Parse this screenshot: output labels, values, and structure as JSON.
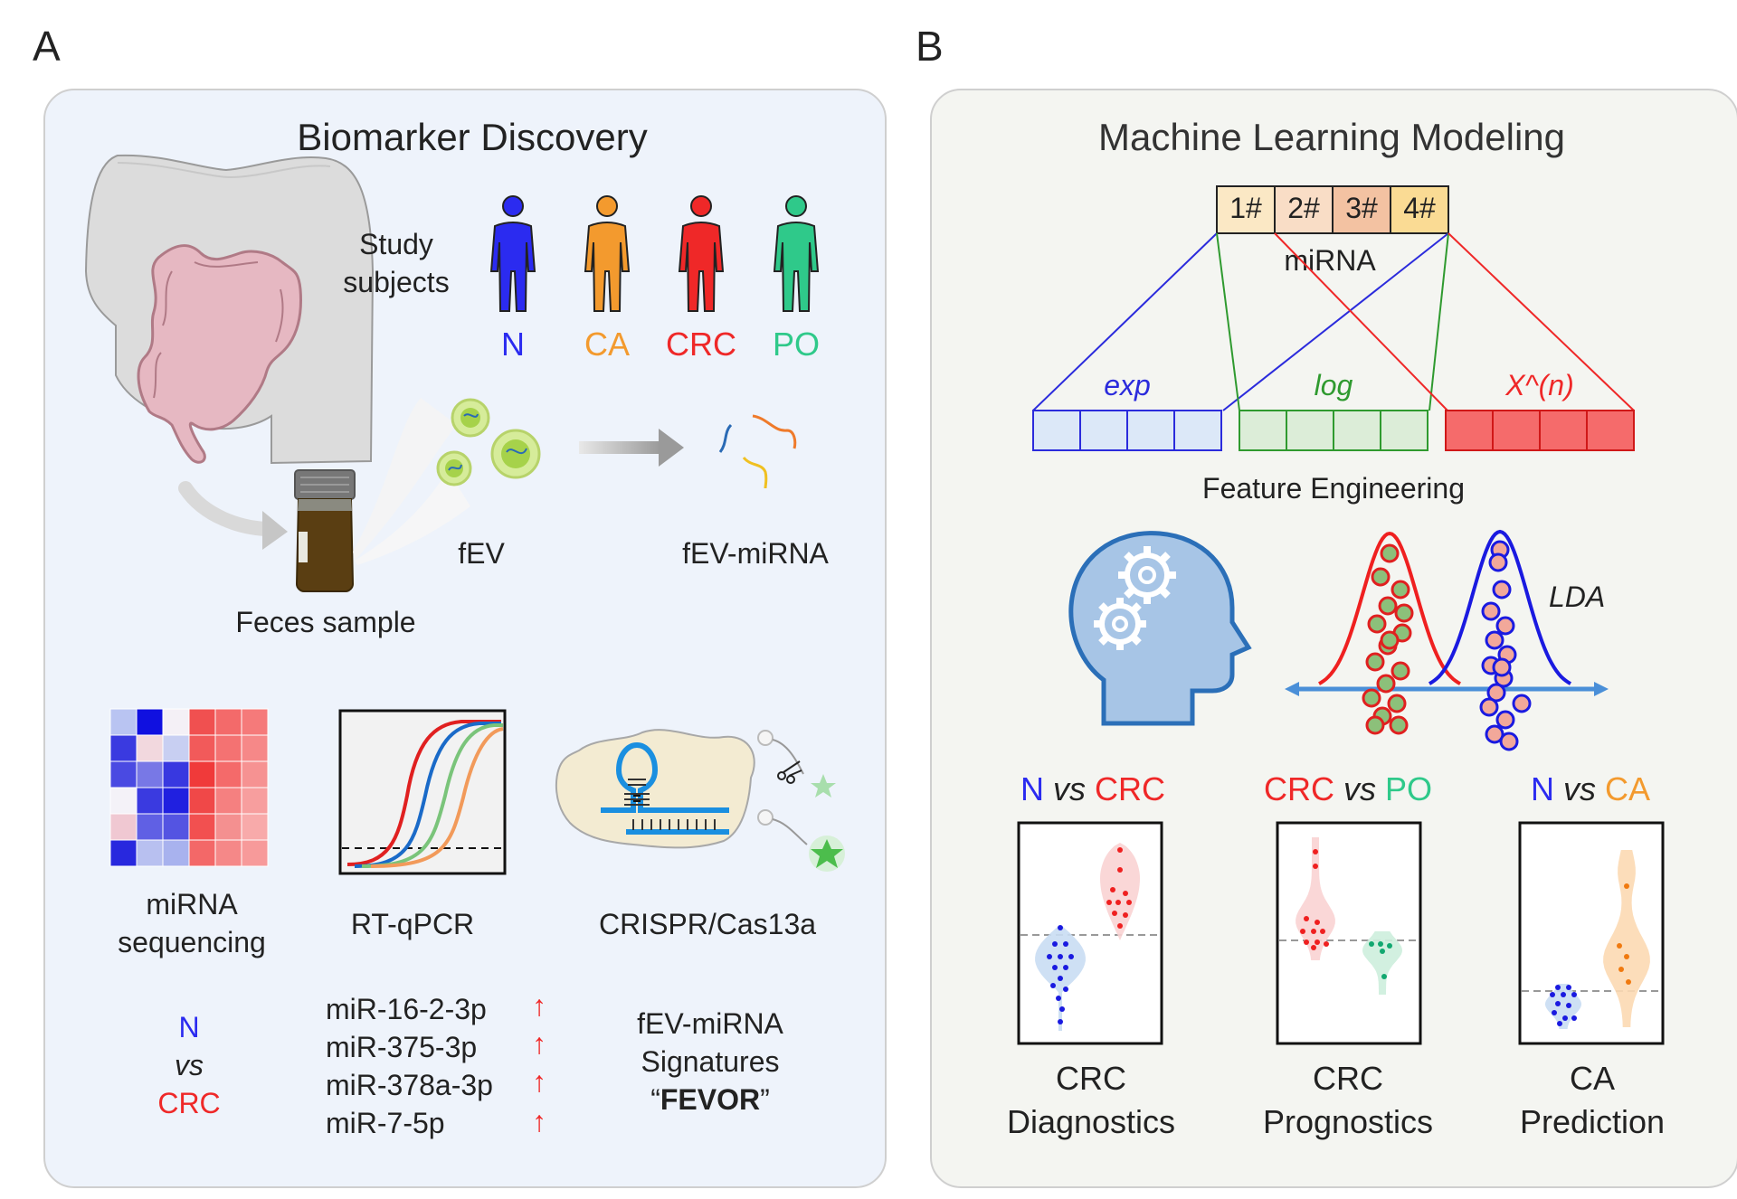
{
  "panelA": {
    "letter": "A",
    "title": "Biomarker Discovery",
    "study_label_1": "Study",
    "study_label_2": "subjects",
    "groups": [
      {
        "name": "N",
        "color": "#2b2bf0"
      },
      {
        "name": "CA",
        "color": "#f39a2e"
      },
      {
        "name": "CRC",
        "color": "#ef2828"
      },
      {
        "name": "PO",
        "color": "#2fc98a"
      }
    ],
    "feces_label": "Feces sample",
    "fev_label": "fEV",
    "fev_mirna_label": "fEV-miRNA",
    "methods": [
      "miRNA",
      "sequencing",
      "RT-qPCR",
      "CRISPR/Cas13a"
    ],
    "comparison": {
      "left": "N",
      "mid": "vs",
      "right": "CRC"
    },
    "mirnas": [
      "miR-16-2-3p",
      "miR-375-3p",
      "miR-378a-3p",
      "miR-7-5p"
    ],
    "arrow_symbol": "↑",
    "signature_1": "fEV-miRNA",
    "signature_2": "Signatures",
    "signature_open_quote": "“",
    "signature_name": "FEVOR",
    "signature_close_quote": "”"
  },
  "panelB": {
    "letter": "B",
    "title": "Machine Learning Modeling",
    "mirna_boxes": [
      "1#",
      "2#",
      "3#",
      "4#"
    ],
    "mirna_label": "miRNA",
    "transforms": [
      {
        "label": "exp",
        "color": "#2b2bdc"
      },
      {
        "label": "log",
        "color": "#2f9a2f"
      },
      {
        "label": "X^(n)",
        "color": "#ef2828"
      }
    ],
    "feature_engineering": "Feature Engineering",
    "lda_label": "LDA",
    "comparisons": [
      {
        "a": "N",
        "vs": "vs",
        "b": "CRC",
        "a_color": "#2b2bf0",
        "b_color": "#ef2828",
        "line1": "CRC",
        "line2": "Diagnostics"
      },
      {
        "a": "CRC",
        "vs": "vs",
        "b": "PO",
        "a_color": "#ef2828",
        "b_color": "#2fc98a",
        "line1": "CRC",
        "line2": "Prognostics"
      },
      {
        "a": "N",
        "vs": "vs",
        "b": "CA",
        "a_color": "#2b2bf0",
        "b_color": "#f39a2e",
        "line1": "CA",
        "line2": "Prediction"
      }
    ]
  }
}
